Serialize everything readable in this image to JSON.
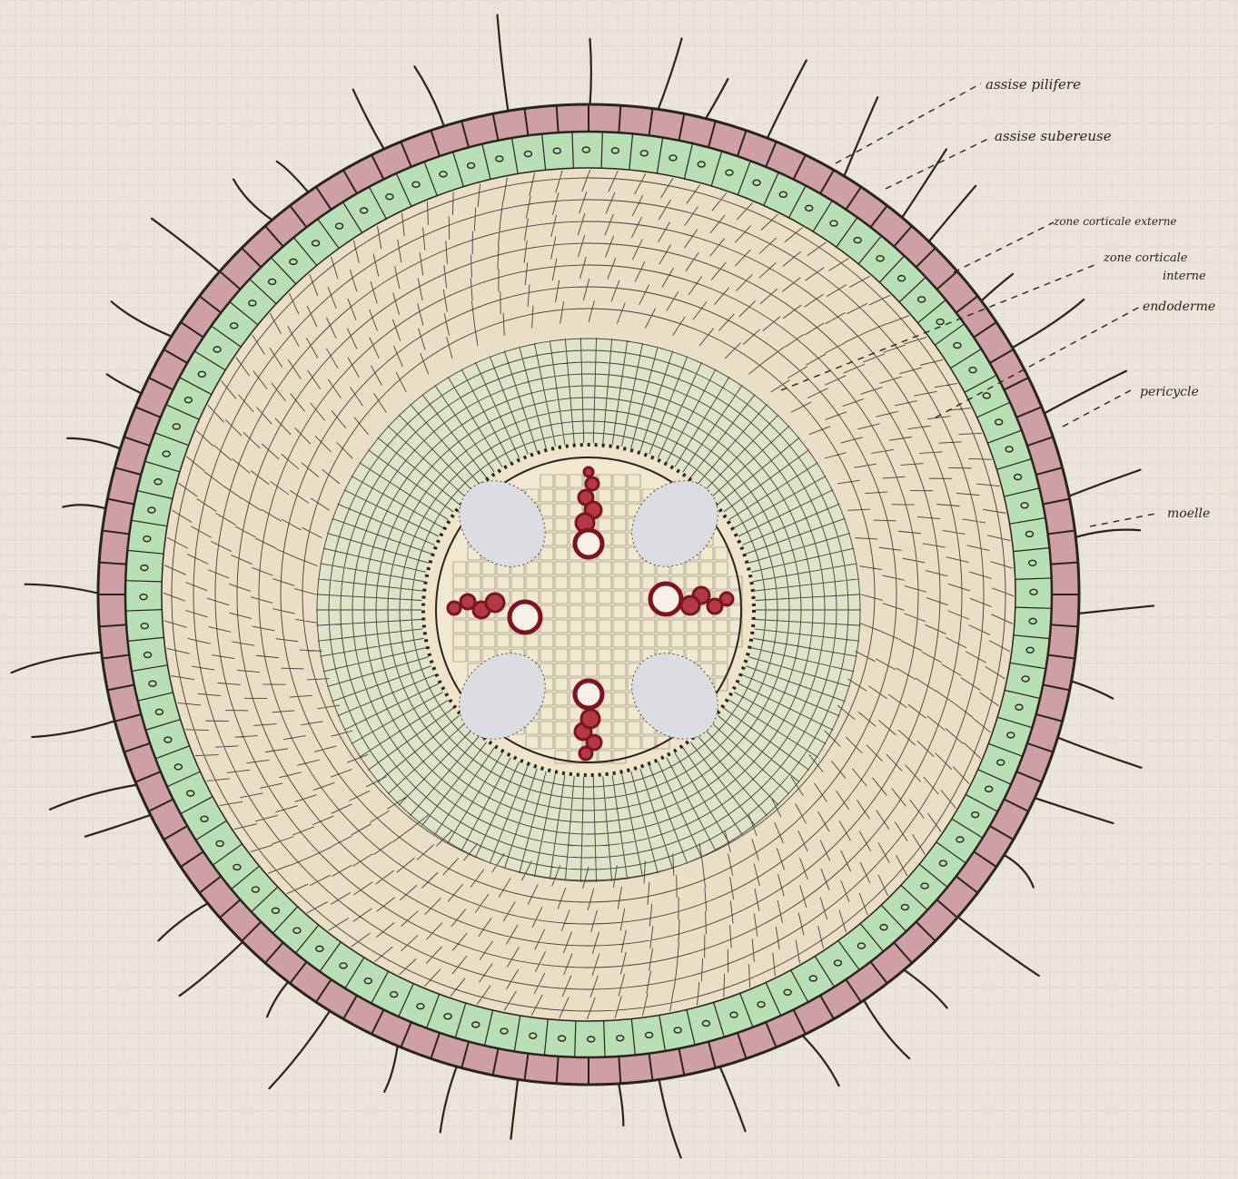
{
  "labels": {
    "assise_pilifere": "assise pilifere",
    "assise_subereuse": "assise subereuse",
    "zone_corticale_externe": "zone corticale externe",
    "zone_corticale_interne_1": "zone corticale",
    "zone_corticale_interne_2": "interne",
    "endoderme": "endoderme",
    "pericycle": "pericycle",
    "moelle": "moelle"
  },
  "colors": {
    "paper": "#ece6da",
    "grid": "#cfd3d6",
    "epidermis": "#cf9fa6",
    "suberous": "#b9dfb4",
    "cortex": "#eadfc4",
    "inner_cortex": "#dfe3c7",
    "xylem": "#7a1520",
    "phloem": "#dcdde2",
    "ink": "#2a2320"
  }
}
